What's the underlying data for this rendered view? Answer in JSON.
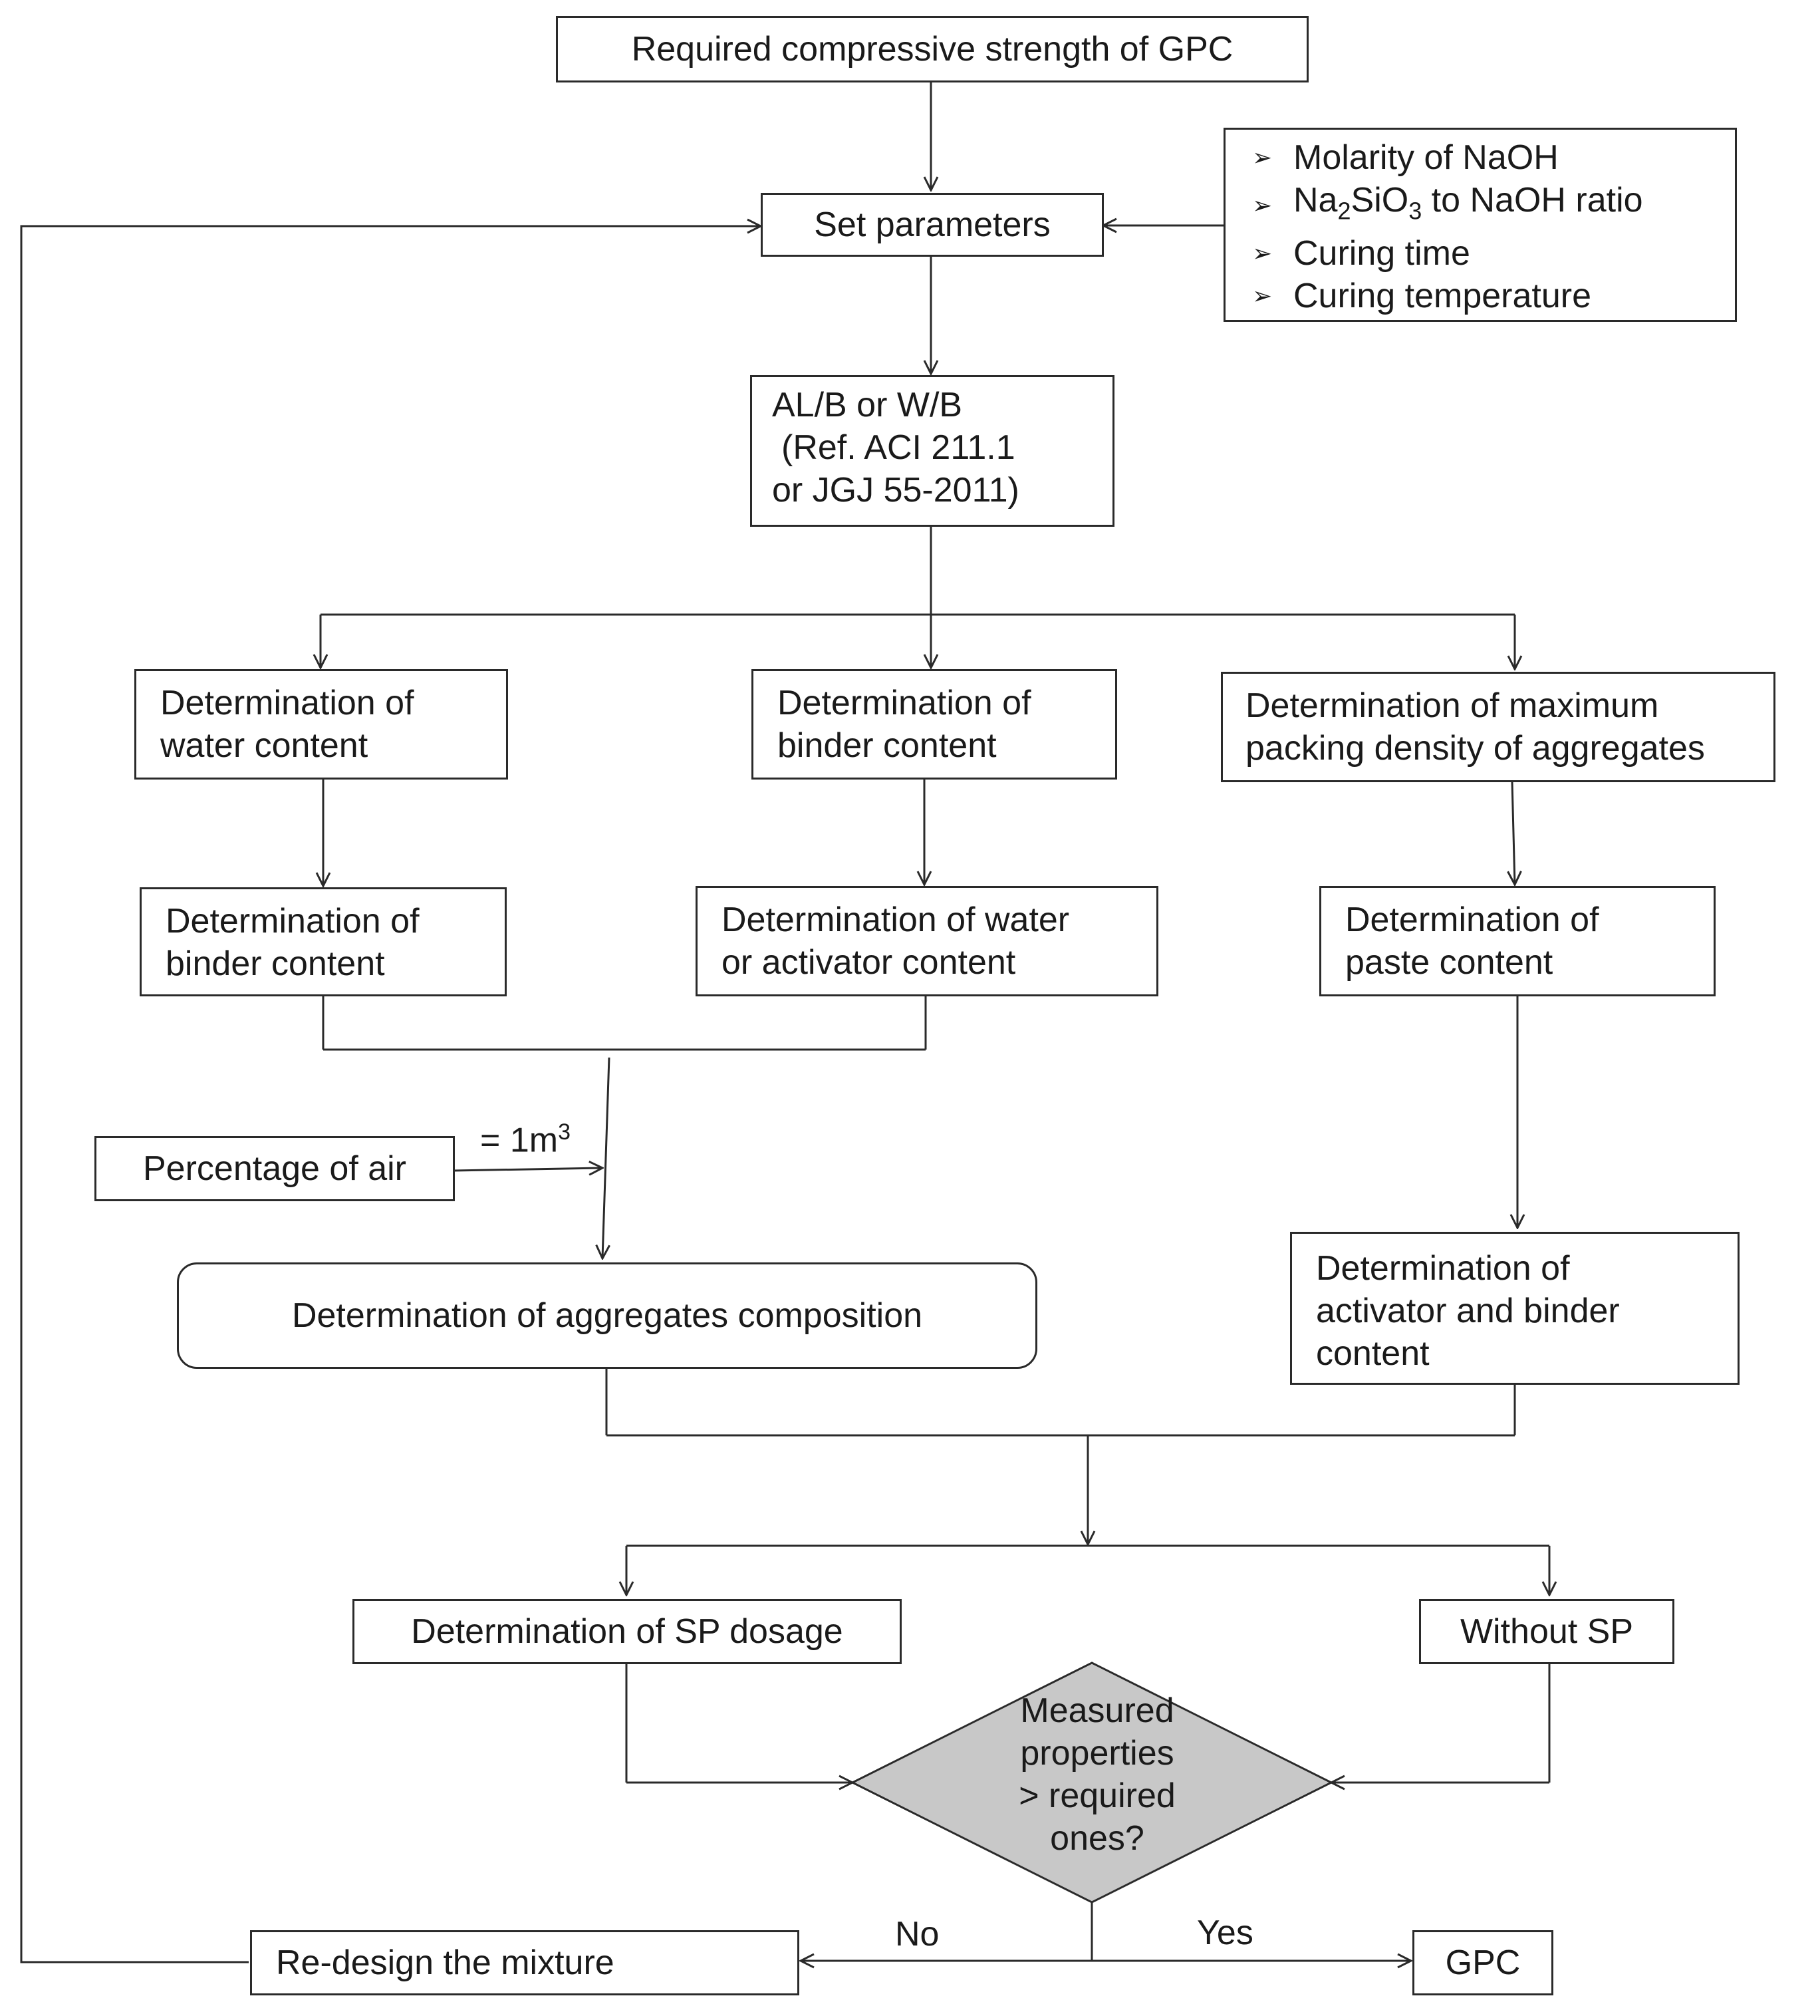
{
  "nodes": {
    "required_strength": "Required compressive strength of GPC",
    "set_parameters": "Set parameters",
    "parameters_list": {
      "molarity": "Molarity of NaOH",
      "ratio_prefix": "Na",
      "ratio_sub1": "2",
      "ratio_mid": "SiO",
      "ratio_sub2": "3",
      "ratio_suffix": " to NaOH ratio",
      "curing_time": "Curing time",
      "curing_temperature": "Curing temperature"
    },
    "al_wb": {
      "line1": "AL/B or W/B",
      "line2": "(Ref. ACI 211.1",
      "line3": "or JGJ 55-2011)"
    },
    "water_content": {
      "line1": "Determination of",
      "line2": "water content"
    },
    "binder_content_mid": {
      "line1": "Determination of",
      "line2": "binder content"
    },
    "max_packing": {
      "line1": "Determination of maximum",
      "line2": "packing density of aggregates"
    },
    "binder_content_left": {
      "line1": "Determination of",
      "line2": "binder content"
    },
    "water_activator": {
      "line1": "Determination of water",
      "line2": "or activator content"
    },
    "paste_content": {
      "line1": "Determination of",
      "line2": "paste content"
    },
    "percentage_air": "Percentage of air",
    "volume_label": "= 1m",
    "volume_sup": "3",
    "aggregates_composition": "Determination of aggregates composition",
    "activator_binder": {
      "line1": "Determination of",
      "line2": "activator and binder",
      "line3": "content"
    },
    "sp_dosage": "Determination of SP dosage",
    "without_sp": "Without SP",
    "decision": {
      "line1": "Measured",
      "line2": "properties",
      "line3": "> required",
      "line4": "ones?"
    },
    "no_label": "No",
    "yes_label": "Yes",
    "redesign": "Re-design the mixture",
    "gpc": "GPC"
  },
  "colors": {
    "line": "#2a2a2a",
    "diamond_fill": "#c8c8c8",
    "box_fill": "#ffffff"
  }
}
